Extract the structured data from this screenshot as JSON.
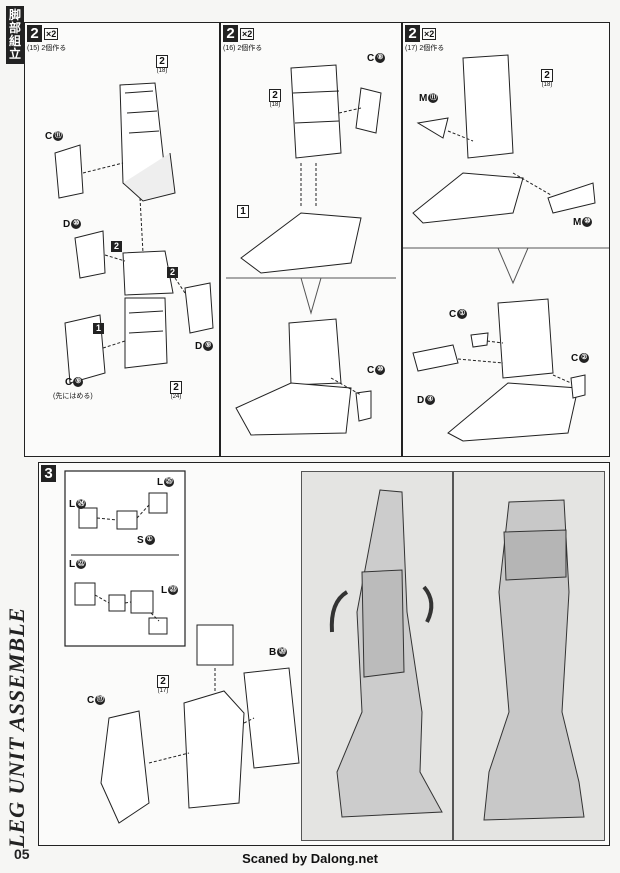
{
  "side": {
    "title_chars": [
      "脚",
      "部",
      "組",
      "立"
    ],
    "vertical": "LEG UNIT ASSEMBLE",
    "page_number": "05"
  },
  "footer": "Scaned by Dalong.net",
  "panel1": {
    "step": "2",
    "mult": "×2",
    "sub": "(15)  2個作る",
    "labels": {
      "c11": "C",
      "c11n": "⑪",
      "d10": "D",
      "d10n": "⑩",
      "d9": "D",
      "d9n": "⑨",
      "c9": "C",
      "c9n": "⑨",
      "c9_note": "(先にはめる)"
    },
    "runners": [
      {
        "n": "2",
        "s": "(18)"
      },
      {
        "n": "2",
        "s": "(24)"
      }
    ],
    "order": [
      "2",
      "2",
      "1"
    ]
  },
  "panel2": {
    "step": "2",
    "mult": "×2",
    "sub": "(16)  2個作る",
    "labels": {
      "c8": "C",
      "c8n": "⑧",
      "c10": "C",
      "c10n": "⑩"
    },
    "runners": [
      {
        "n": "2",
        "s": "(18)"
      },
      {
        "n": "1",
        "s": ""
      }
    ]
  },
  "panel3": {
    "step": "2",
    "mult": "×2",
    "sub": "(17)  2個作る",
    "labels": {
      "m11": "M",
      "m11n": "⑪",
      "m10": "M",
      "m10n": "⑩",
      "c1": "C",
      "c1n": "①",
      "c2": "C",
      "c2n": "②",
      "d4": "D",
      "d4n": "④"
    },
    "runners": [
      {
        "n": "2",
        "s": "(18)"
      }
    ]
  },
  "panel4": {
    "step": "3",
    "labels": {
      "l25": "L",
      "l25n": "㉕",
      "l24": "L",
      "l24n": "㉔",
      "s1": "S",
      "s1n": "①",
      "l22": "L",
      "l22n": "㉒",
      "l23": "L",
      "l23n": "㉓",
      "b20": "B",
      "b20n": "⑳",
      "c17": "C",
      "c17n": "⑰"
    },
    "runners": [
      {
        "n": "2",
        "s": "(17)"
      }
    ]
  },
  "colors": {
    "ink": "#222222",
    "paper": "#f6f6f4",
    "photo_bg": "#e4e4e2"
  },
  "icons": [
    "rotate-arrow-icon",
    "dashed-leader-line"
  ]
}
